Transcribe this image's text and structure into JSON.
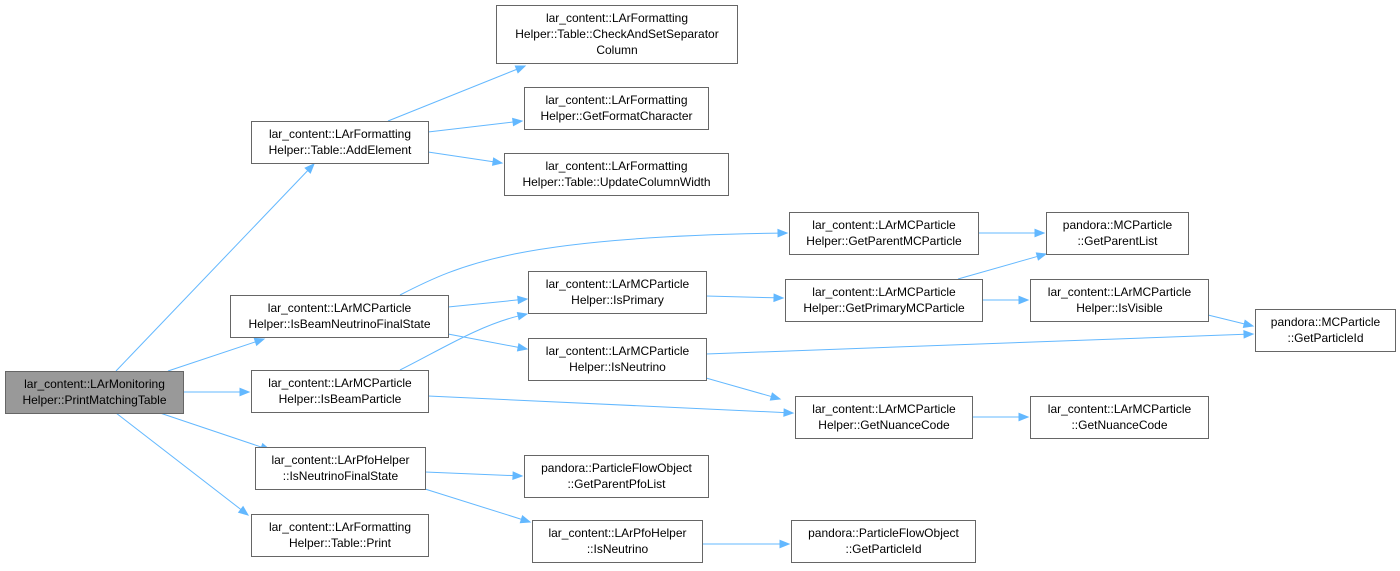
{
  "nodes": {
    "print_matching_table": {
      "lines": [
        "lar_content::LArMonitoring",
        "Helper::PrintMatchingTable"
      ],
      "root": true
    },
    "add_element": {
      "lines": [
        "lar_content::LArFormatting",
        "Helper::Table::AddElement"
      ]
    },
    "check_sep": {
      "lines": [
        "lar_content::LArFormatting",
        "Helper::Table::CheckAndSetSeparator",
        "Column"
      ]
    },
    "get_format_char": {
      "lines": [
        "lar_content::LArFormatting",
        "Helper::GetFormatCharacter"
      ]
    },
    "update_col_width": {
      "lines": [
        "lar_content::LArFormatting",
        "Helper::Table::UpdateColumnWidth"
      ]
    },
    "is_beam_nu_fs": {
      "lines": [
        "lar_content::LArMCParticle",
        "Helper::IsBeamNeutrinoFinalState"
      ]
    },
    "get_parent_mc": {
      "lines": [
        "lar_content::LArMCParticle",
        "Helper::GetParentMCParticle"
      ]
    },
    "mc_get_parent_list": {
      "lines": [
        "pandora::MCParticle",
        "::GetParentList"
      ]
    },
    "is_primary": {
      "lines": [
        "lar_content::LArMCParticle",
        "Helper::IsPrimary"
      ]
    },
    "get_primary_mc": {
      "lines": [
        "lar_content::LArMCParticle",
        "Helper::GetPrimaryMCParticle"
      ]
    },
    "is_visible": {
      "lines": [
        "lar_content::LArMCParticle",
        "Helper::IsVisible"
      ]
    },
    "mc_get_particle_id": {
      "lines": [
        "pandora::MCParticle",
        "::GetParticleId"
      ]
    },
    "is_neutrino_mc": {
      "lines": [
        "lar_content::LArMCParticle",
        "Helper::IsNeutrino"
      ]
    },
    "is_beam_particle": {
      "lines": [
        "lar_content::LArMCParticle",
        "Helper::IsBeamParticle"
      ]
    },
    "get_nuance_code": {
      "lines": [
        "lar_content::LArMCParticle",
        "Helper::GetNuanceCode"
      ]
    },
    "mc_get_nuance_code": {
      "lines": [
        "lar_content::LArMCParticle",
        "::GetNuanceCode"
      ]
    },
    "pfo_is_nu_fs": {
      "lines": [
        "lar_content::LArPfoHelper",
        "::IsNeutrinoFinalState"
      ]
    },
    "pfo_get_parent_list": {
      "lines": [
        "pandora::ParticleFlowObject",
        "::GetParentPfoList"
      ]
    },
    "pfo_is_neutrino": {
      "lines": [
        "lar_content::LArPfoHelper",
        "::IsNeutrino"
      ]
    },
    "pfo_get_particle_id": {
      "lines": [
        "pandora::ParticleFlowObject",
        "::GetParticleId"
      ]
    },
    "table_print": {
      "lines": [
        "lar_content::LArFormatting",
        "Helper::Table::Print"
      ]
    }
  },
  "edges": [
    [
      "print_matching_table",
      "add_element"
    ],
    [
      "print_matching_table",
      "is_beam_nu_fs"
    ],
    [
      "print_matching_table",
      "is_beam_particle"
    ],
    [
      "print_matching_table",
      "pfo_is_nu_fs"
    ],
    [
      "print_matching_table",
      "table_print"
    ],
    [
      "add_element",
      "check_sep"
    ],
    [
      "add_element",
      "get_format_char"
    ],
    [
      "add_element",
      "update_col_width"
    ],
    [
      "is_beam_nu_fs",
      "get_parent_mc"
    ],
    [
      "is_beam_nu_fs",
      "is_primary"
    ],
    [
      "is_beam_nu_fs",
      "is_neutrino_mc"
    ],
    [
      "is_beam_particle",
      "is_primary"
    ],
    [
      "is_beam_particle",
      "get_nuance_code"
    ],
    [
      "get_parent_mc",
      "mc_get_parent_list"
    ],
    [
      "is_primary",
      "get_primary_mc"
    ],
    [
      "get_primary_mc",
      "mc_get_parent_list"
    ],
    [
      "get_primary_mc",
      "is_visible"
    ],
    [
      "is_visible",
      "mc_get_particle_id"
    ],
    [
      "is_neutrino_mc",
      "mc_get_particle_id"
    ],
    [
      "is_neutrino_mc",
      "get_nuance_code"
    ],
    [
      "get_nuance_code",
      "mc_get_nuance_code"
    ],
    [
      "pfo_is_nu_fs",
      "pfo_get_parent_list"
    ],
    [
      "pfo_is_nu_fs",
      "pfo_is_neutrino"
    ],
    [
      "pfo_is_neutrino",
      "pfo_get_particle_id"
    ]
  ]
}
